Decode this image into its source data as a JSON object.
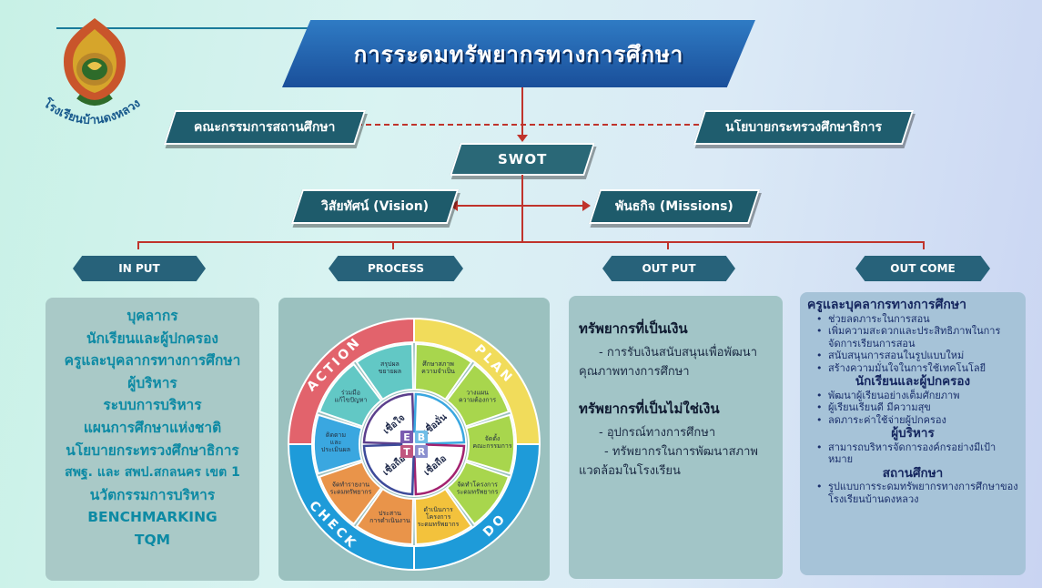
{
  "logo": {
    "text": "โรงเรียนบ้านดงหลวง",
    "colors": {
      "flame": "#c9552b",
      "gold": "#d6a52b",
      "green": "#2e6b2a"
    }
  },
  "title": "การระดมทรัพยากรทางการศึกษา",
  "left_box": "คณะกรรมการสถานศึกษา",
  "right_box": "นโยบายกระทรวงศึกษาธิการ",
  "swot": "SWOT",
  "vision": "วิสัยทัศน์ (Vision)",
  "mission": "พันธกิจ (Missions)",
  "columns": {
    "input": "IN PUT",
    "process": "PROCESS",
    "output": "OUT PUT",
    "outcome": "OUT COME"
  },
  "input_items": [
    "บุคลากร",
    "นักเรียนและผู้ปกครอง",
    "ครูและบุคลากรทางการศึกษา",
    "ผู้บริหาร",
    "ระบบการบริหาร",
    "แผนการศึกษาแห่งชาติ",
    "นโยบายกระทรวงศึกษาธิการ",
    "สพฐ. และ สพป.สกลนคร เขต 1",
    "นวัตกรรมการบริหาร",
    "BENCHMARKING",
    "TQM"
  ],
  "wheel": {
    "outer": {
      "action": "ACTION",
      "plan": "PLAN",
      "do": "DO",
      "check": "CHECK"
    },
    "segments": [
      "ศึกษาสภาพ ความจำเป็น",
      "วางแผน ความต้องการ",
      "จัดตั้ง คณะกรรมการ",
      "จัดทำโครงการ ระดมทรัพยากร",
      "ดำเนินการ โครงการ ระดมทรัพยากร",
      "ประสาน การดำเนินงาน",
      "จัดทำรายงาน ระดมทรัพยากร",
      "ติดตาม และ ประเมินผล",
      "ร่วมมือ แก้ไขปัญหา",
      "สรุปผล ขยายผล"
    ],
    "inner": [
      "เชื่อใจ",
      "เชื่อมั่น",
      "เชื่อถือ",
      "เชื่อถือ"
    ],
    "letters": [
      "E",
      "B",
      "T",
      "R"
    ],
    "colors": {
      "action": "#e2636c",
      "plan": "#f1dc5b",
      "do": "#1e9bd9",
      "check": "#1e9bd9"
    }
  },
  "output": {
    "h1": "ทรัพยากรที่เป็นเงิน",
    "p1": "- การรับเงินสนับสนุนเพื่อพัฒนาคุณภาพทางการศึกษา",
    "h2": "ทรัพยากรที่เป็นไม่ใช่เงิน",
    "p2a": "- อุปกรณ์ทางการศึกษา",
    "p2b": "- ทรัพยากรในการพัฒนาสภาพแวดล้อมในโรงเรียน"
  },
  "outcome": {
    "h1": "ครูและบุคลากรทางการศึกษา",
    "l1": [
      "ช่วยลดภาระในการสอน",
      "เพิ่มความสะดวกและประสิทธิภาพในการจัดการเรียนการสอน",
      "สนับสนุนการสอนในรูปแบบใหม่",
      "สร้างความมั่นใจในการใช้เทคโนโลยี"
    ],
    "h2": "นักเรียนและผู้ปกครอง",
    "l2": [
      "พัฒนาผู้เรียนอย่างเต็มศักยภาพ",
      "ผู้เรียนเรียนดี มีความสุข",
      "ลดภาระค่าใช้จ่ายผู้ปกครอง"
    ],
    "h3": "ผู้บริหาร",
    "l3": [
      "สามารถบริหารจัดการองค์กรอย่างมีเป้าหมาย"
    ],
    "h4": "สถานศึกษา",
    "l4": [
      "รูปแบบการระดมทรัพยากรทางการศึกษาของโรงเรียนบ้านดงหลวง"
    ]
  },
  "bullet": "•"
}
